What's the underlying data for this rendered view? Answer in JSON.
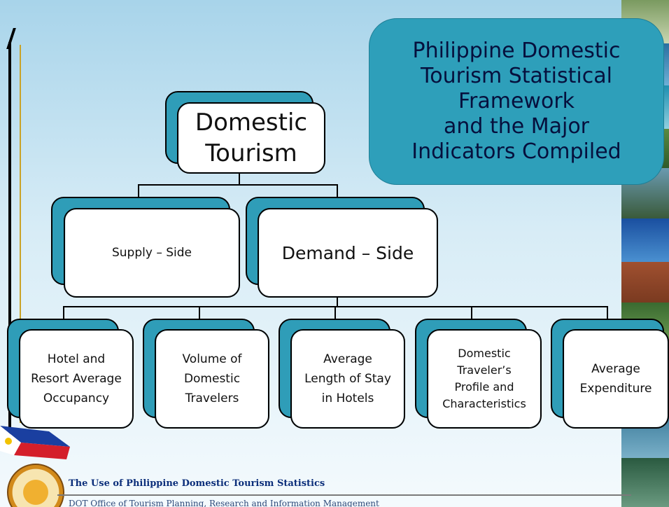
{
  "slide": {
    "title": "Philippine Domestic\nTourism Statistical\nFramework\nand the Major\nIndicators Compiled",
    "footer_title": "The Use of Philippine Domestic Tourism Statistics",
    "footer_sub": "DOT Office of Tourism Planning, Research and Information Management"
  },
  "diagram": {
    "root": "Domestic\nTourism",
    "level2": [
      "Supply – Side",
      "Demand – Side"
    ],
    "level3": [
      "Hotel and\nResort Average\nOccupancy",
      "Volume of\nDomestic\nTravelers",
      "Average\nLength of Stay\nin Hotels",
      "Domestic\nTraveler’s\nProfile and\nCharacteristics",
      "Average\nExpenditure"
    ]
  },
  "colors": {
    "accent": "#2f9db8",
    "title_bg": "#2e9fba",
    "title_text": "#06103d"
  }
}
